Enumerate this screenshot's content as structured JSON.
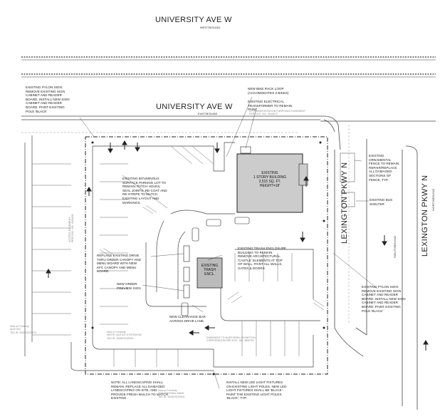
{
  "streets": {
    "north_name": "UNIVERSITY AVE W",
    "north_sub": "WESTBOUND",
    "south_name": "UNIVERSITY AVE W",
    "south_sub": "EASTBOUND",
    "east1_name": "LEXINGTON PKWY N",
    "east1_sub": "SOUTHBOUND",
    "east2_name": "LEXINGTON PKWY N",
    "east2_sub": "NORTHBOUND"
  },
  "building": {
    "label": "EXISTING\n1 STORY BUILDING\n2,515 SQ. FT.\nHEIGHT=18'"
  },
  "trash": {
    "label": "EXISTING\nTRASH\nENCL."
  },
  "notes": {
    "pylon_north": "EXISTING PYLON SIGN:\nREMOVE EXISTING SIGN\nCABINET AND READER\nBOARD. INSTALL NEW SIGN\nCABINET AND READER\nBOARD. PAINT EXISTING\nPOLE 'BLACK'",
    "bike_rack": "NEW BIKE RACK LOOP\n(ACCOMODATES 2 BIKES)",
    "transformer": "EXISTING ELECTRICAL\nTRANSFORMER TO REMAIN.\nPAINT",
    "parking_lot": "EXISTING BITUMINOUS\nSURFACE PARKING LOT TO\nREMAIN. PATCH HOLES,\nSEAL JOINTS, RE-COAT AND\nRE-STRIPE TO MATCH\nEXISTING LAYOUT AND\nMARKINGS.",
    "fence": "EXISTING\nORNAMENTAL\nFENCE TO REMAIN.\nREPAIR/REPLACE\nALL DAMAGED\nSECTIONS OF\nFENCE, TYP.",
    "bus_shelter": "EXISTING BUS\nSHELTER",
    "drive_lane": "REPLACE EXISTING DRIVE\nTHRU ORDER CANOPY AND\nMENU BOARD WITH NEW\nKFC CANOPY AND MENU\nBOARD.",
    "trash_enclosure": "EXISTING TRASH ENCLOSURE\nBUILDING TO REMAIN.\nREMOVE ARCHITECTURAL\n'CASTLE' ELEMENTS AT TOP\nOF WALL. PAINT ALL WALLS,\nGATES & DOORS.",
    "preview_sign": "NEW ORDER\nPREVIEW SIGN",
    "pylon_east": "EXISTING PYLON SIGN:\nREMOVE EXISTING SIGN\nCABINET AND READER\nBOARD. INSTALL NEW SIGN\nCABINET AND READER\nBOARD. PAINT EXISTING\nPOLE 'BLACK'",
    "clearance": "NEW CLEARANCE BAR\nACROSS DRIVE LANE.",
    "landscaping": "NOTE: ALL LANDSCAPING SHALL\nREMAIN. REPLACE ALL DAMAGED\nLANDSCAPING ON SITE, AND\nPROVIDE FRESH MULCH TO MATCH\nEXISTING.",
    "light_fixtures": "INSTALL NEW LED LIGHT FIXTURES\nON EXISTING LIGHT POLES. NEW LED\nLIGHT FIXTURES SHALL BE 'BLACK'.\nPAINT THE EXISTING LIGHT POLES\n'BLACK', TYP."
  },
  "property": {
    "west_owner": "Now or Formerly\nALDI INC\nTAX ID: 342823320073",
    "south_owner1": "Now or Formerly\nWHITE CASTLE SYSTEM INC\nTAX ID: 342823310004",
    "easement_south": "EASEMENT TO NORTHERN LEXINGTON\nCORPORATION PER DOC. NO. 3850791",
    "south_owner2": "Now or Formerly\nTCF NATIONAL BANK\nTAX ID: 342823310004",
    "easement_north": "LT TRANSPORTATION PURPOSES EASEMENT\nPER DOC. NO. 4044072",
    "west_easement": "ACCESS EASEMENT\nPER DOC. NO. 4118456"
  }
}
